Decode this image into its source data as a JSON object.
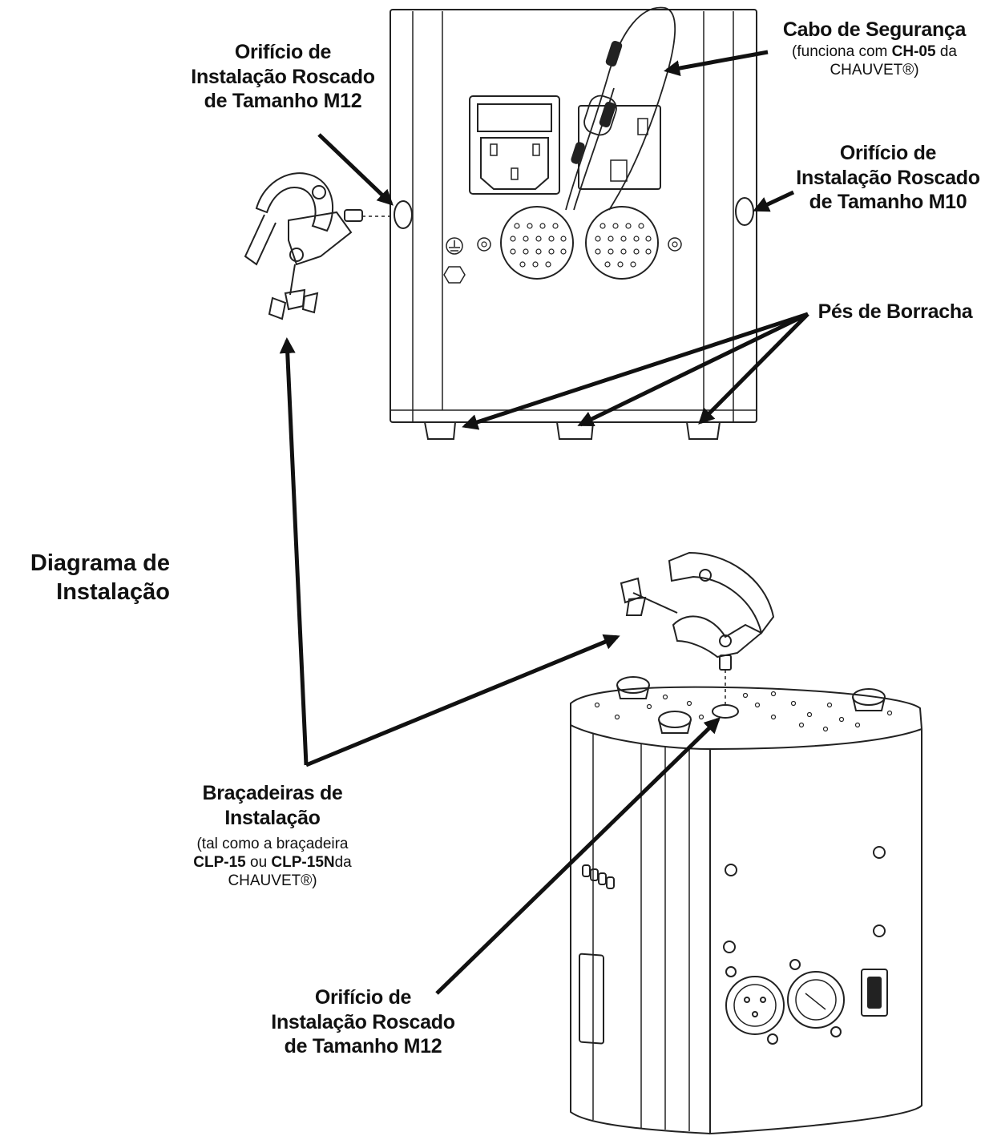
{
  "title": {
    "line1": "Diagrama de",
    "line2": "Instalação"
  },
  "labels": {
    "m12_top": {
      "line1": "Orifício de",
      "line2": "Instalação Roscado",
      "line3": "de Tamanho M12"
    },
    "safety_cable": {
      "title": "Cabo de Segurança",
      "note_pre": "(funciona com ",
      "note_bold": "CH-05",
      "note_post": " da",
      "note_line2": "CHAUVET®)"
    },
    "m10": {
      "line1": "Orifício de",
      "line2": "Instalação Roscado",
      "line3": "de Tamanho M10"
    },
    "rubber_feet": {
      "title": "Pés de Borracha"
    },
    "clamps": {
      "line1": "Braçadeiras de",
      "line2": "Instalação",
      "note1": "(tal como a braçadeira",
      "note_b1": "CLP-15",
      "note_mid": " ou ",
      "note_b2": "CLP-15N",
      "note_end": "da",
      "note3": "CHAUVET®)"
    },
    "m12_bottom": {
      "line1": "Orifício de",
      "line2": "Instalação Roscado",
      "line3": "de Tamanho M12"
    }
  },
  "colors": {
    "ink": "#111111",
    "line": "#222222",
    "background": "#ffffff"
  }
}
